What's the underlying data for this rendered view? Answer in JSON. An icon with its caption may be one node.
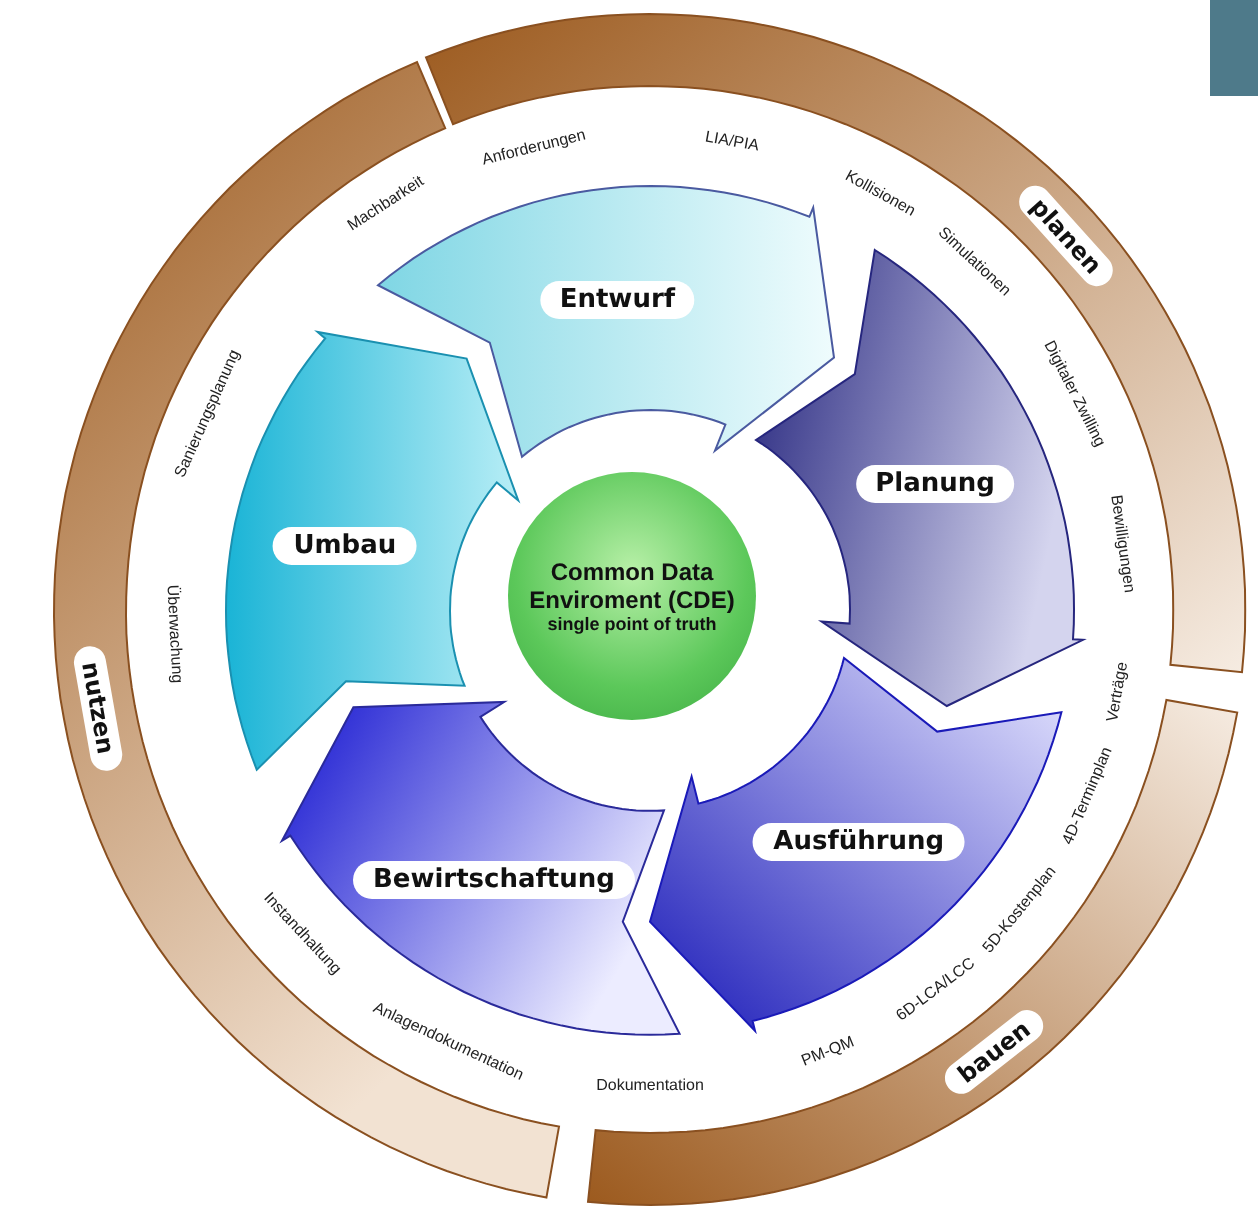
{
  "diagram": {
    "nodes": [
      {
        "text": [
          "Entwurf"
        ]
      },
      {
        "text": [
          "Planung"
        ]
      },
      {
        "text": [
          "Ausführung"
        ]
      },
      {
        "text": [
          "Bewirtschaftung"
        ]
      },
      {
        "text": [
          "Umbau"
        ]
      },
      {
        "text": [
          "Common Data Enviroment (CDE)",
          "single point of truth"
        ]
      },
      {
        "text": [
          "planen"
        ]
      },
      {
        "text": [
          "bauen"
        ]
      },
      {
        "text": [
          "nutzen"
        ]
      }
    ],
    "labels": [
      "Machbarkeit",
      "Anforderungen",
      "LIA/PIA",
      "Kollisionen",
      "Simulationen",
      "Digitaler Zwilling",
      "Bewilligungen",
      "Verträge",
      "4D-Terminplan",
      "5D-Kostenplan",
      "6D-LCA/LCC",
      "PM-QM",
      "Dokumentation",
      "Anlagendokumentation",
      "Instandhaltung",
      "Überwachung",
      "Sanierungsplanung"
    ]
  }
}
